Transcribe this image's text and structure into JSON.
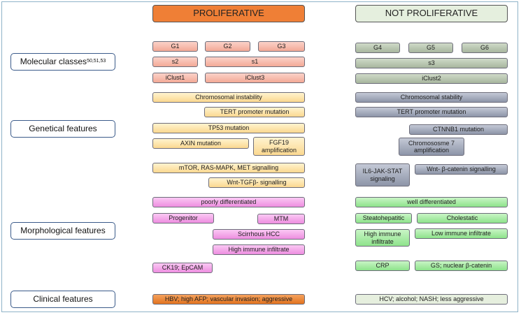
{
  "headers": {
    "proliferative": "PROLIFERATIVE",
    "not_proliferative": "NOT PROLIFERATIVE"
  },
  "labels": {
    "molecular": "Molecular classes",
    "molecular_refs": "50,51,53",
    "genetical": "Genetical features",
    "morphological": "Morphological features",
    "clinical": "Clinical features"
  },
  "molecular": {
    "g1": "G1",
    "g2": "G2",
    "g3": "G3",
    "g4": "G4",
    "g5": "G5",
    "g6": "G6",
    "s2": "s2",
    "s1": "s1",
    "s3": "s3",
    "iclust1": "iClust1",
    "iclust3": "iClust3",
    "iclust2": "iClust2"
  },
  "genetical": {
    "chrom_instability": "Chromosomal instability",
    "chrom_stability": "Chromosomal stability",
    "tert_left": "TERT promoter mutation",
    "tert_right": "TERT promoter mutation",
    "tp53": "TP53 mutation",
    "ctnnb1": "CTNNB1 mutation",
    "axin": "AXIN mutation",
    "fgf19": "FGF19 amplification",
    "chr7": "Chromososme 7 amplification",
    "mtor": "mTOR, RAS-MAPK, MET signalling",
    "wnt_tgf": "Wnt-TGFβ- signalling",
    "il6": "IL6-JAK-STAT signaling",
    "wnt_cat": "Wnt- β-catenin signalling"
  },
  "morphological": {
    "poorly": "poorly differentiated",
    "well": "well differentiated",
    "progenitor": "Progenitor",
    "mtm": "MTM",
    "steato": "Steatohepatitic",
    "cholestatic": "Cholestatic",
    "scirrhous": "Scirrhous HCC",
    "high_immune_left": "High immune infiltrate",
    "high_immune_right": "High immune infiltrate",
    "low_immune": "Low immune infiltrate",
    "ck19": "CK19; EpCAM",
    "crp": "CRP",
    "gs": "GS; nuclear β-catenin"
  },
  "clinical": {
    "left": "HBV; high AFP; vascular invasion; aggressive",
    "right": "HCV; alcohol; NASH; less aggressive"
  }
}
